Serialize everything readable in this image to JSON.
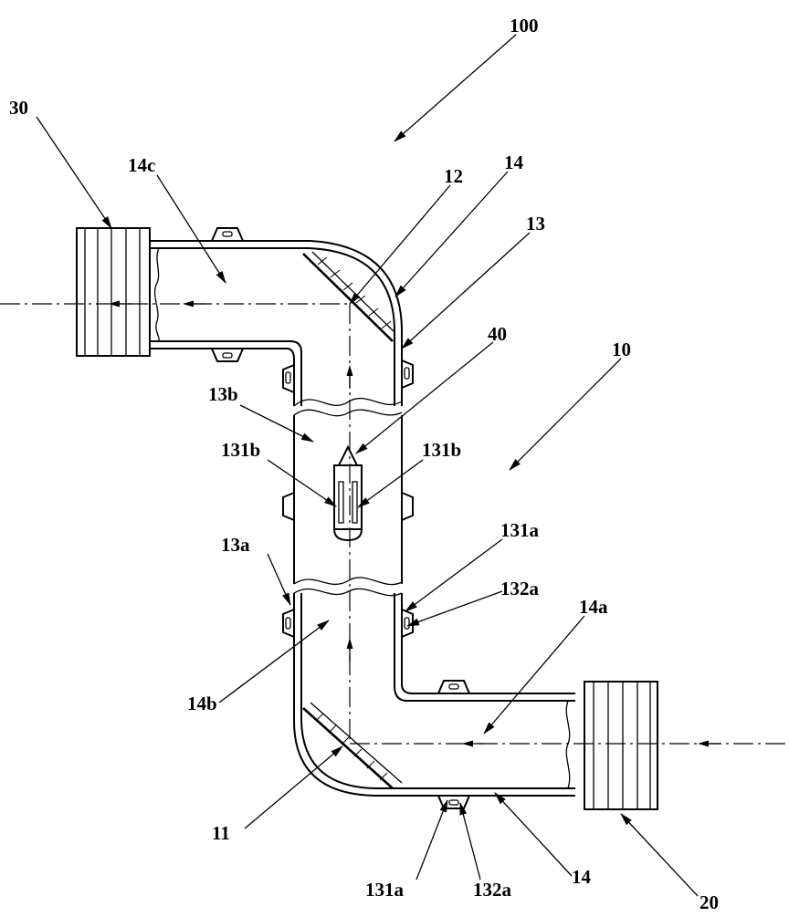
{
  "labels": {
    "assembly": "100",
    "outlet_port": "30",
    "inlet_port": "20",
    "pipe_body": "10",
    "outlet_passage": "14c",
    "upper_elbow_baffle": "12",
    "wall_upper": "14",
    "wall_outer": "13",
    "sensor": "40",
    "upper_section": "13b",
    "clip_left": "131b",
    "clip_right": "131b",
    "lower_section": "13a",
    "clamp_right": "131a",
    "clip_slot_right": "132a",
    "inlet_passage": "14a",
    "riser_passage": "14b",
    "lower_elbow_baffle": "11",
    "clamp_bottom": "131a",
    "clip_slot_bottom": "132a",
    "wall_bottom": "14",
    "inlet_label": "20"
  }
}
